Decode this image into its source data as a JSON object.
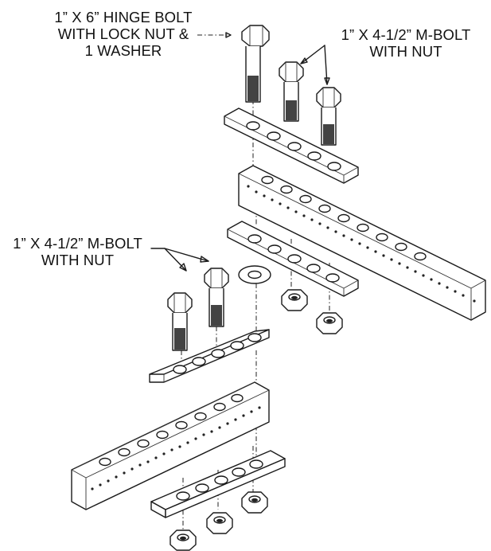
{
  "labels": {
    "hinge_bolt": [
      "1” X 6” HINGE BOLT",
      "WITH LOCK NUT &",
      "1 WASHER"
    ],
    "mbolt_top": [
      "1” X 4-1/2” M-BOLT",
      "WITH NUT"
    ],
    "mbolt_left": [
      "1” X 4-1/2” M-BOLT",
      "WITH NUT"
    ]
  },
  "colors": {
    "line": "#1a1a1a",
    "background": "#ffffff"
  }
}
